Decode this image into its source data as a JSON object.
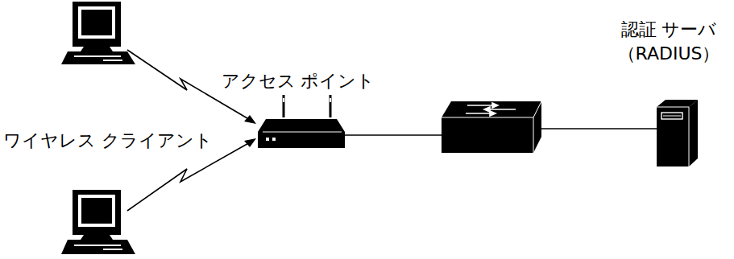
{
  "diagram": {
    "nodes": [
      {
        "text": [
          "アクセス ポイント"
        ]
      },
      {
        "text": [
          "認証 サーバ （RADIUS）"
        ]
      }
    ],
    "labels": [
      "ワイヤレス クライアント"
    ]
  }
}
